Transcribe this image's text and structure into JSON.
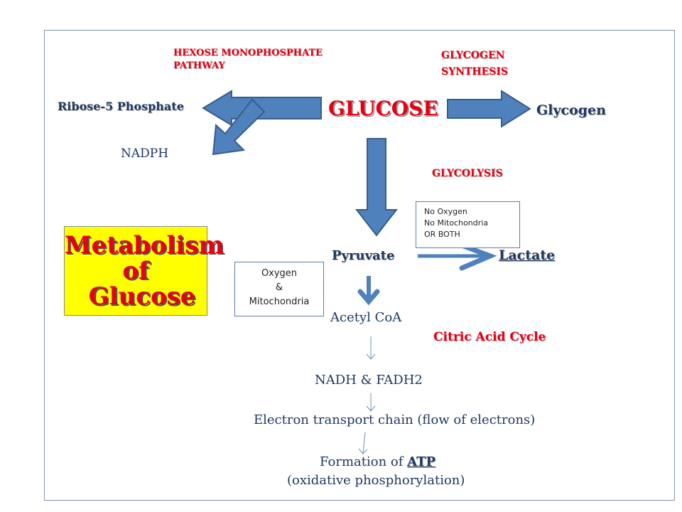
{
  "labels": {
    "hmp": "HEXOSE MONOPHOSPHATE",
    "hmp2": "PATHWAY",
    "glycogen_synthesis_1": "GLYCOGEN",
    "glycogen_synthesis_2": "SYNTHESIS",
    "ribose": "Ribose-5 Phosphate",
    "glucose": "GLUCOSE",
    "glycogen": "Glycogen",
    "nadph": "NADPH",
    "glycolysis": "GLYCOLYSIS",
    "pyruvate": "Pyruvate",
    "lactate": "Lactate",
    "acetyl_coa": "Acetyl CoA",
    "citric_acid_cycle": "Citric Acid Cycle",
    "nadh_fadh2": "NADH & FADH2",
    "etc": "Electron transport chain (flow of electrons)",
    "formation_of": "Formation of ",
    "atp": "ATP",
    "oxidative": "(oxidative phosphorylation)"
  },
  "anaerobic_box": [
    "No Oxygen",
    "No Mitochondria",
    "OR BOTH"
  ],
  "aerobic_box": [
    "Oxygen",
    "&",
    "Mitochondria"
  ],
  "title_box": [
    "Metabolism",
    "of",
    "Glucose"
  ],
  "colors": {
    "arrow_fill": "#4f81bd",
    "arrow_stroke": "#385d8a",
    "red_label": "#e60012",
    "navy_text": "#1f3864",
    "title_bg": "#ffff00"
  }
}
